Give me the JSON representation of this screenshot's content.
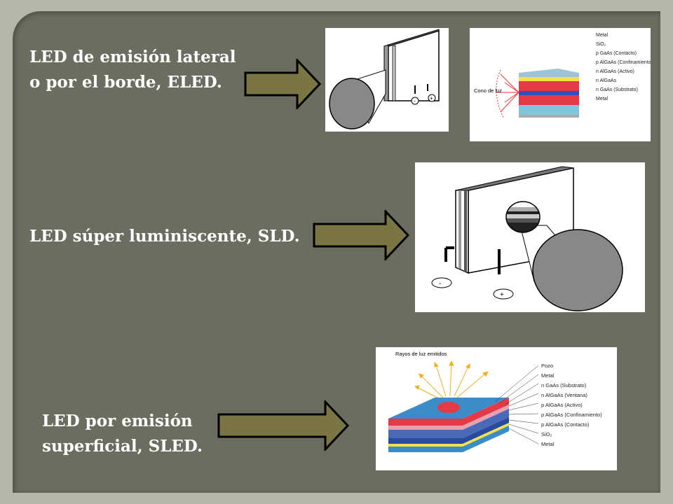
{
  "items": [
    {
      "label": "LED de emisión lateral\no por el borde, ELED."
    },
    {
      "label": "LED súper luminiscente, SLD."
    },
    {
      "label": "LED por emisión\nsuperficial, SLED."
    }
  ],
  "eled_layers": {
    "cone_label": "Cono de luz",
    "labels": [
      "Metal",
      "SiO₂",
      "p GaAs (Contacto)",
      "p AlGaAs (Confinamiento)",
      "n AlGaAs (Activo)",
      "n AlGaAs",
      "n GaAs (Substrato)",
      "Metal"
    ]
  },
  "sled_layers": {
    "title": "Rayos de luz emitidos",
    "labels": [
      "Pozo",
      "Metal",
      "n GaAs (Substrato)",
      "n AlGaAs (Ventana)",
      "p AlGaAs (Activo)",
      "p AlGaAs (Confinamiento)",
      "p AlGaAs (Contacto)",
      "SiO₂",
      "Metal"
    ]
  },
  "terminals": {
    "minus": "-",
    "plus": "+"
  },
  "colors": {
    "background": "#6a6d5f",
    "frame": "#b4b5ab",
    "arrow_fill": "#7a7542",
    "text": "#ffffff"
  }
}
